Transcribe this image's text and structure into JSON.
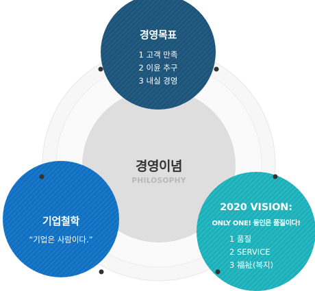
{
  "center": {
    "title": "경영이념",
    "subtitle": "PHILOSOPHY"
  },
  "goals": {
    "title": "경영목표",
    "items": [
      "1 고객 만족",
      "2 이윤 추구",
      "3 내실 경영"
    ]
  },
  "philosophy": {
    "title": "기업철학",
    "quote": "“기업은 사람이다.”"
  },
  "vision": {
    "title": "2020 VISION:",
    "subtitle": "ONLY ONE! 동인은 품질이다!",
    "items": [
      "1 품질",
      "2 SERVICE",
      "3 福祉(복지)"
    ]
  },
  "colors": {
    "goals_circle": "#1e5478",
    "philosophy_circle": "#1170c2",
    "vision_circle": "#20b2bb",
    "center_circle": "#dcdcdc",
    "outer_ring": "#f4f4f4",
    "dot": "#333333"
  }
}
